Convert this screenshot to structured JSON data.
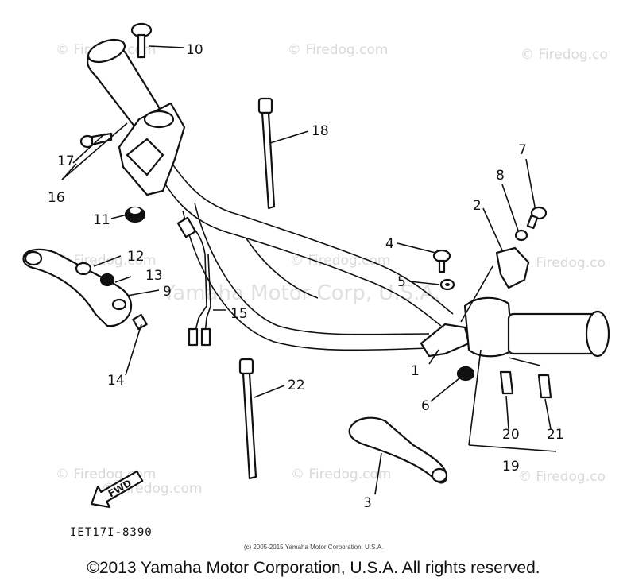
{
  "watermarks": {
    "top_left": "© Firedog.com",
    "top_mid": "© Firedog.com",
    "top_right": "© Firedog.co",
    "mid_left": "© Firedog.com",
    "mid_center": "© Firedog.com",
    "mid_right": "© Firedog.co",
    "bot_left": "© Firedog.com",
    "bot_mid1": "© Firedog.com",
    "bot_mid2": "© Firedog.com",
    "bot_right": "© Firedog.co",
    "center_big": "Yamaha Motor Corp, U.S.A."
  },
  "callouts": {
    "c1": "1",
    "c2": "2",
    "c3": "3",
    "c4": "4",
    "c5": "5",
    "c6": "6",
    "c7": "7",
    "c8": "8",
    "c9": "9",
    "c10": "10",
    "c11": "11",
    "c12": "12",
    "c13": "13",
    "c14": "14",
    "c15": "15",
    "c16": "16",
    "c17": "17",
    "c18": "18",
    "c19": "19",
    "c20": "20",
    "c21": "21",
    "c22": "22"
  },
  "fwd_label": "FWD",
  "diagram_code": "IET17I-8390",
  "small_copyright": "(c) 2005-2015 Yamaha Motor Corporation, U.S.A.",
  "copyright": "©2013 Yamaha Motor Corporation, U.S.A. All rights reserved."
}
